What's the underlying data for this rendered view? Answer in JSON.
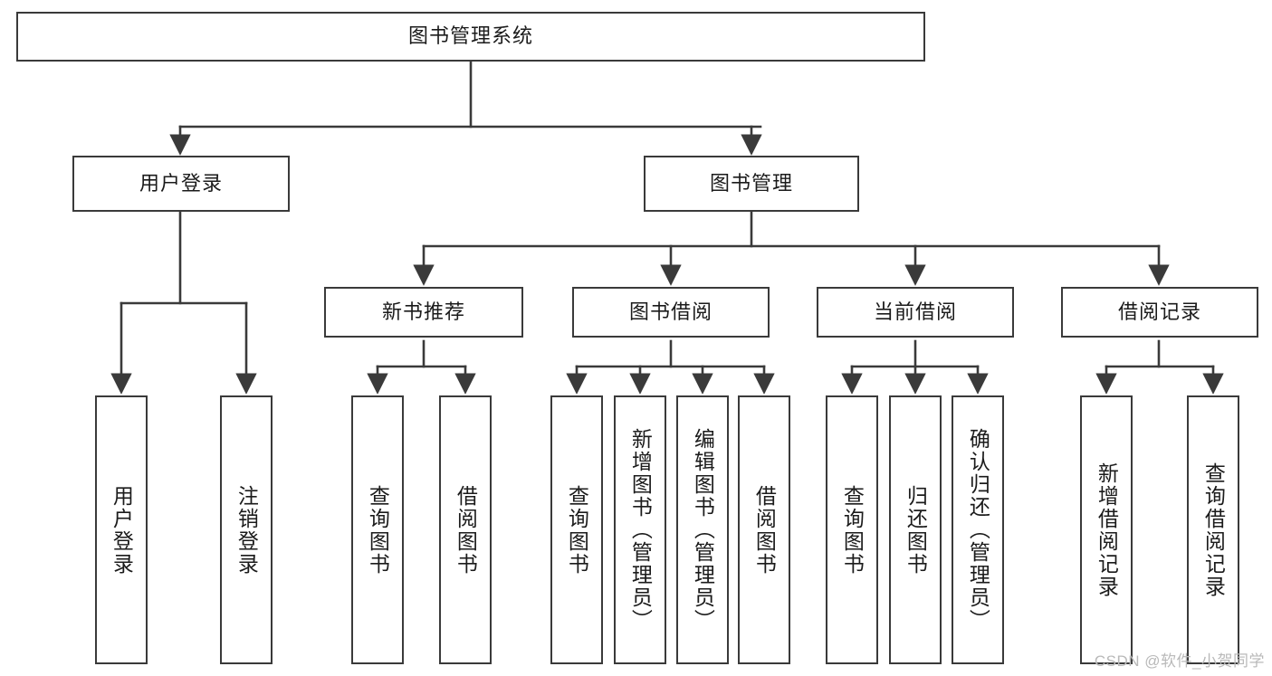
{
  "diagram": {
    "type": "tree",
    "title": "图书管理系统",
    "orientation": "top-down",
    "colors": {
      "node_border": "#3a3a3a",
      "node_fill": "#ffffff",
      "connector": "#3a3a3a",
      "text": "#1b1b1b",
      "watermark": "#b9b9b9",
      "background": "#ffffff"
    },
    "root": {
      "label": "图书管理系统"
    },
    "level2": [
      {
        "label": "用户登录"
      },
      {
        "label": "图书管理"
      }
    ],
    "level3": [
      {
        "label": "新书推荐"
      },
      {
        "label": "图书借阅"
      },
      {
        "label": "当前借阅"
      },
      {
        "label": "借阅记录"
      }
    ],
    "leaves": {
      "user_login": [
        {
          "label": "用户登录"
        },
        {
          "label": "注销登录"
        }
      ],
      "new_book_recommend": [
        {
          "label": "查询图书"
        },
        {
          "label": "借阅图书"
        }
      ],
      "book_borrow": [
        {
          "label": "查询图书"
        },
        {
          "label": "新增图书（管理员）"
        },
        {
          "label": "编辑图书（管理员）"
        },
        {
          "label": "借阅图书"
        }
      ],
      "current_borrow": [
        {
          "label": "查询图书"
        },
        {
          "label": "归还图书"
        },
        {
          "label": "确认归还（管理员）"
        }
      ],
      "borrow_record": [
        {
          "label": "新增借阅记录"
        },
        {
          "label": "查询借阅记录"
        }
      ]
    }
  },
  "watermark": {
    "text": "CSDN @软件_小贺同学"
  }
}
